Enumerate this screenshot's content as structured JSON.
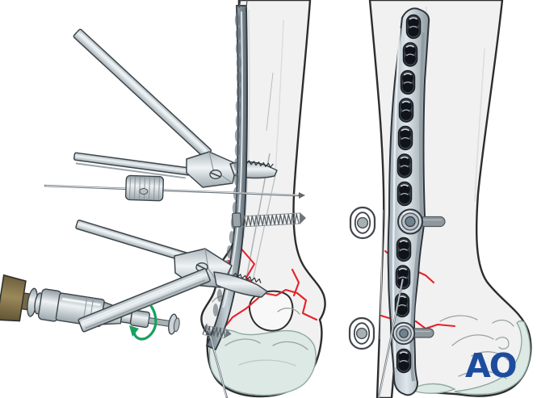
{
  "illustration": {
    "left_panel": "fracture-reduction-with-clamps-kwires-and-screwdriver",
    "right_panel": "completed-lateral-plate-fixation",
    "plate": {
      "hole_count": 13,
      "inserted_screws": 2,
      "floating_screw_icons": 2
    }
  },
  "logo": {
    "text": "AO"
  },
  "colors": {
    "background": "#ffffff",
    "bone_fill": "#f1f1f1",
    "bone_outline": "#2d2d2d",
    "cartilage_fill": "#dde9e4",
    "cartilage_outline": "#8fa8a2",
    "plate_edge": "#2e343a",
    "metal_outline": "#3e454a",
    "fracture_red": "#e8202a",
    "arrow_green": "#18a05f",
    "wire_gray": "#667078",
    "screw_stub": "#8e989d",
    "logo_blue": "#1d4c9f"
  }
}
